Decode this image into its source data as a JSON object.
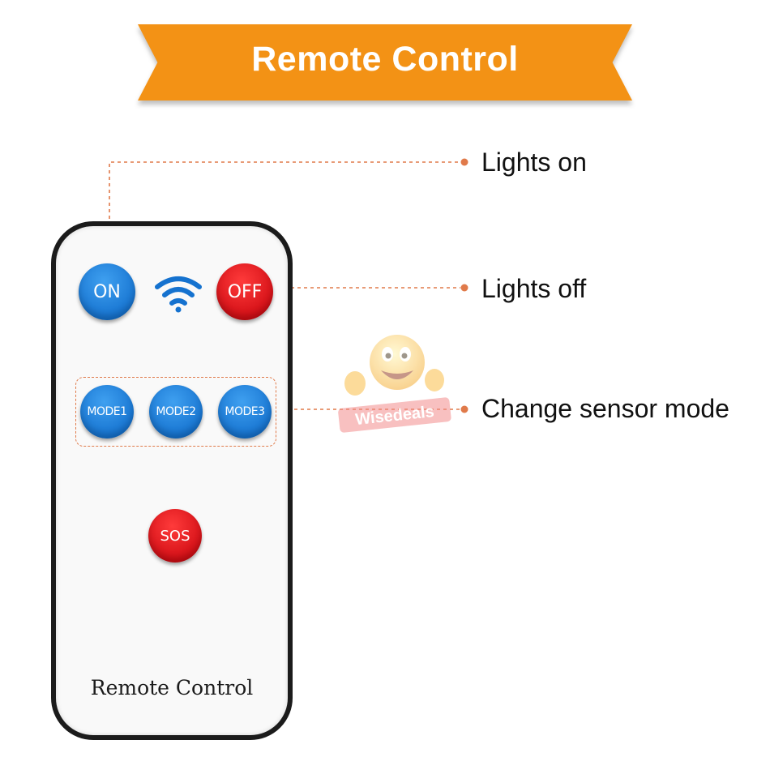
{
  "colors": {
    "banner_orange": "#f39215",
    "leader_orange": "#e07a4a",
    "button_blue": "#1572cf",
    "button_red": "#d10d14"
  },
  "banner": {
    "title": "Remote Control"
  },
  "callouts": {
    "lights_on": "Lights on",
    "lights_off": "Lights off",
    "change_mode": "Change sensor mode"
  },
  "remote": {
    "buttons": {
      "on": "ON",
      "off": "OFF",
      "mode1": "MODE1",
      "mode2": "MODE2",
      "mode3": "MODE3",
      "sos": "SOS"
    },
    "signal_icon": "wifi-icon",
    "label": "Remote Control"
  },
  "watermark": {
    "text": "Wisedeals",
    "icon": "smiley-thumbs-up-icon"
  }
}
